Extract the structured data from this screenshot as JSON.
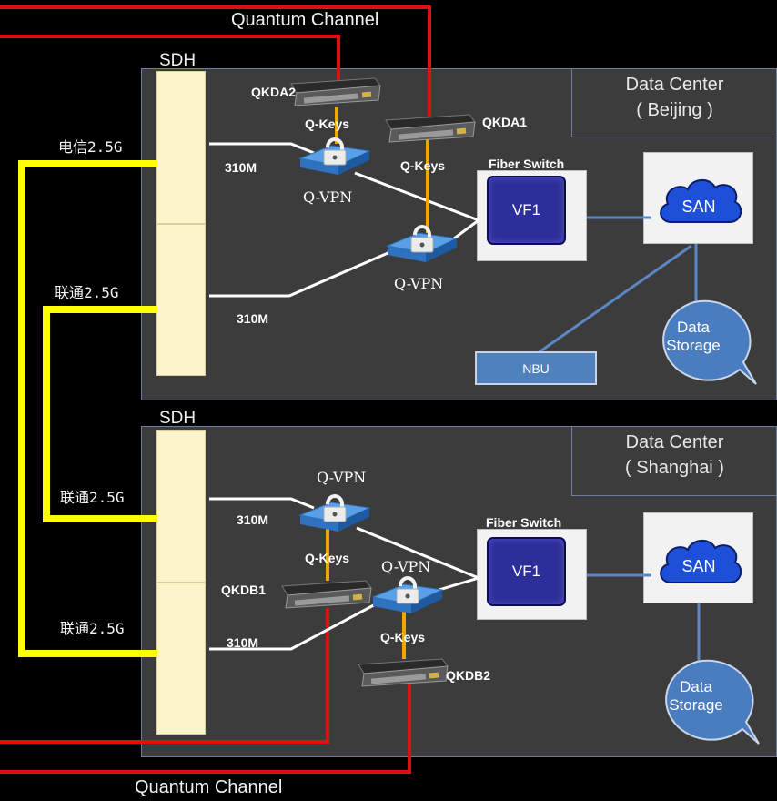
{
  "quantum_channel_top": "Quantum Channel",
  "quantum_channel_bottom": "Quantum Channel",
  "beijing": {
    "title_line1": "Data Center",
    "title_line2": "( Beijing )",
    "sdh": "SDH",
    "isp_top": "电信2.5G",
    "isp_bottom": "联通2.5G",
    "bw_top": "310M",
    "bw_bottom": "310M",
    "qkd_left": "QKDA2",
    "qkd_right": "QKDA1",
    "qkeys_left": "Q-Keys",
    "qkeys_right": "Q-Keys",
    "qvpn_top": "Q-VPN",
    "qvpn_bottom": "Q-VPN",
    "fiber_switch": "Fiber Switch",
    "vf1": "VF1",
    "san": "SAN",
    "storage_line1": "Data",
    "storage_line2": "Storage",
    "nbu": "NBU"
  },
  "shanghai": {
    "title_line1": "Data Center",
    "title_line2": "( Shanghai )",
    "sdh": "SDH",
    "isp_top": "联通2.5G",
    "isp_bottom": "联通2.5G",
    "bw_top": "310M",
    "bw_bottom": "310M",
    "qkd_left": "QKDB1",
    "qkd_right": "QKDB2",
    "qkeys_left": "Q-Keys",
    "qkeys_right": "Q-Keys",
    "qvpn_top": "Q-VPN",
    "qvpn_bottom": "Q-VPN",
    "fiber_switch": "Fiber Switch",
    "vf1": "VF1",
    "san": "SAN",
    "storage_line1": "Data",
    "storage_line2": "Storage"
  },
  "colors": {
    "quantum_channel": "#e01010",
    "isp_link": "#ffff00",
    "key_link": "#f0a800",
    "data_link": "#ffffff",
    "storage_link": "#5b87c5",
    "region_bg": "#3c3c3c"
  },
  "icons": {
    "vpn": "vpn-lock-router-icon",
    "qkd": "qkd-rack-server-icon",
    "san": "san-cloud-icon",
    "storage": "data-storage-callout-icon"
  }
}
